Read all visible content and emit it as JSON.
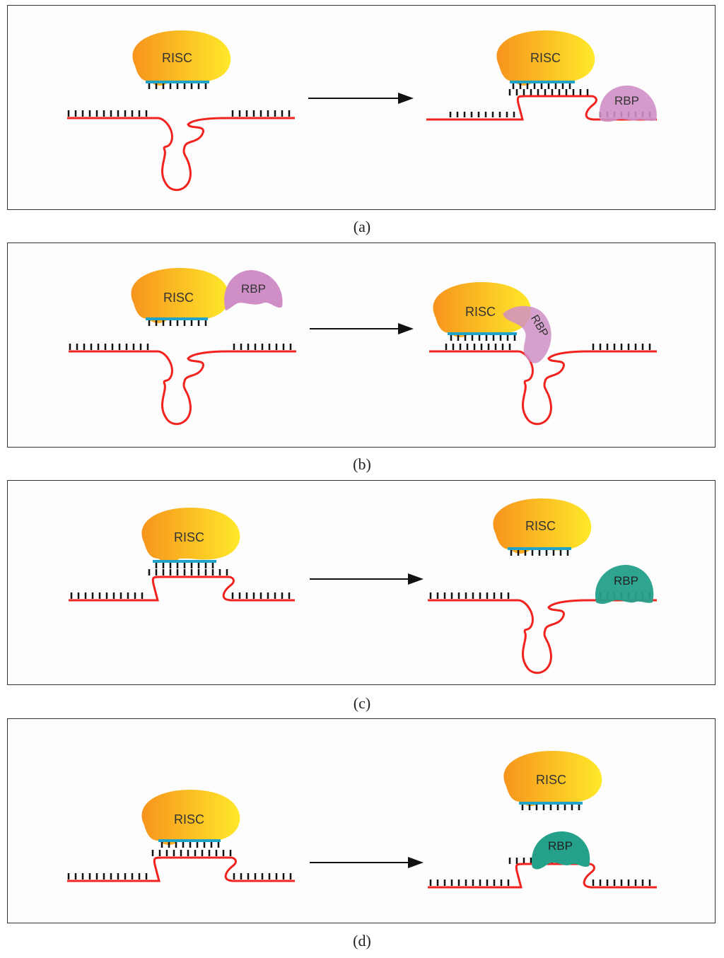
{
  "labels": {
    "risc": "RISC",
    "rbp": "RBP"
  },
  "colors": {
    "mrna": "#f2231e",
    "guide": "#1fa3c8",
    "tick": "#111111",
    "risc_start": "#f7941d",
    "risc_end": "#ffe92a",
    "rbp_pink": "#cf8fc6",
    "rbp_teal": "#24a08b",
    "arrow": "#111111"
  },
  "panels": [
    {
      "caption": "(a)"
    },
    {
      "caption": "(b)"
    },
    {
      "caption": "(c)"
    },
    {
      "caption": "(d)"
    }
  ]
}
